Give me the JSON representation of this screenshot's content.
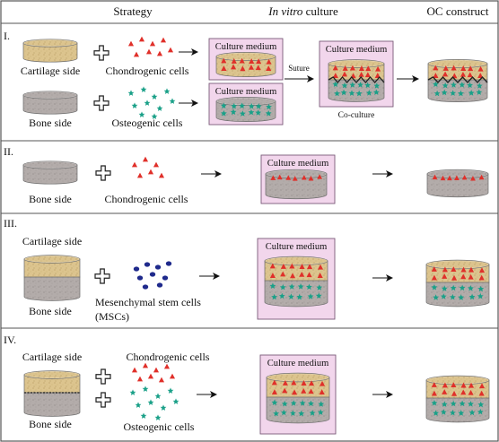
{
  "header": {
    "strategy": "Strategy",
    "in_vitro_em": "In vitro",
    "in_vitro_rest": " culture",
    "oc_construct": "OC construct"
  },
  "rows": [
    {
      "numeral": "I.",
      "cartilage_label": "Cartilage side",
      "bone_label": "Bone side",
      "chondro_label": "Chondrogenic cells",
      "osteo_label": "Osteogenic cells",
      "medium_label": "Culture medium",
      "suture_label": "Suture",
      "coculture_label": "Co-culture"
    },
    {
      "numeral": "II.",
      "bone_label": "Bone side",
      "chondro_label": "Chondrogenic cells",
      "medium_label": "Culture medium"
    },
    {
      "numeral": "III.",
      "cartilage_label": "Cartilage side",
      "bone_label": "Bone side",
      "msc_label_1": "Mesenchymal stem cells",
      "msc_label_2": "(MSCs)",
      "medium_label": "Culture medium"
    },
    {
      "numeral": "IV.",
      "cartilage_label": "Cartilage side",
      "bone_label": "Bone side",
      "chondro_label": "Chondrogenic cells",
      "osteo_label": "Osteogenic cells",
      "medium_label": "Culture medium"
    }
  ],
  "colors": {
    "cartilage": "#dcc48e",
    "bone": "#b3acaa",
    "medium_bg": "#f2d6ec",
    "medium_border": "#7a5a78",
    "chondrocyte": "#e0302a",
    "osteocyte": "#1aa088",
    "msc": "#1f2a8c",
    "border": "#555555"
  },
  "icons": {
    "plus": "plus-icon",
    "arrow": "arrow-right-icon",
    "triangle": "triangle-cell-icon",
    "star": "star-cell-icon",
    "dot": "msc-dot-icon"
  }
}
